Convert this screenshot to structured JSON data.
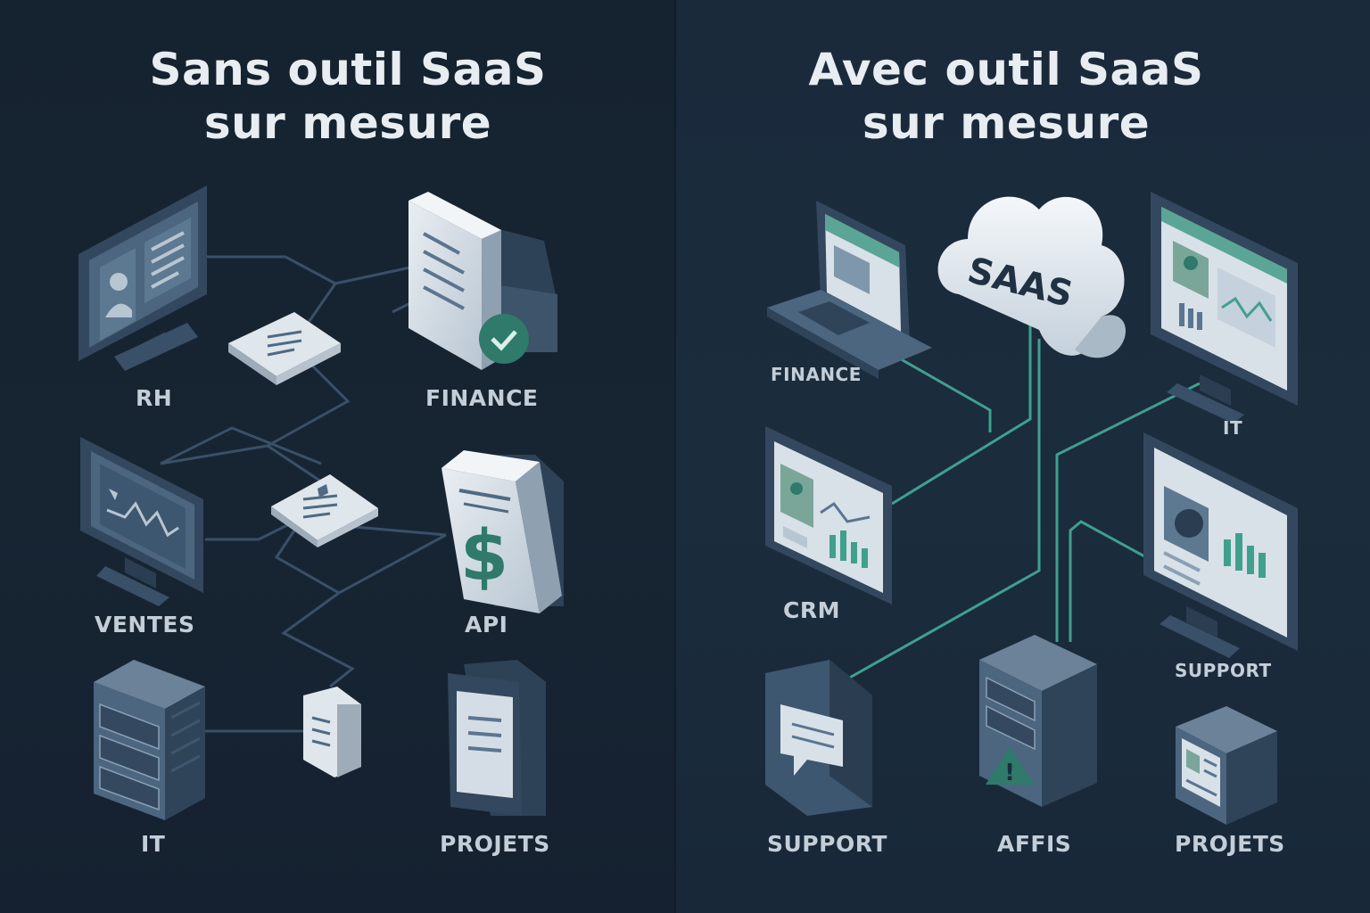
{
  "left": {
    "title_line1": "Sans outil SaaS",
    "title_line2": "sur mesure",
    "labels": {
      "rh": "RH",
      "finance": "FINANCE",
      "ventes": "VENTES",
      "api": "API",
      "it": "IT",
      "projets": "PROJETS"
    }
  },
  "right": {
    "title_line1": "Avec outil SaaS",
    "title_line2": "sur mesure",
    "cloud_text": "SAAS",
    "labels": {
      "finance": "FINANCE",
      "it": "IT",
      "crm": "CRM",
      "support_right": "SUPPORT",
      "support": "SUPPORT",
      "affis": "AFFIS",
      "projets": "PROJETS"
    }
  },
  "colors": {
    "background_left": "#15222f",
    "background_right": "#1b2c3d",
    "title_text": "#e8edf1",
    "label_text": "#c3ced8",
    "connector_dark": "#3a5068",
    "connector_teal": "#3fa08e",
    "accent_green": "#2f7a6a"
  },
  "icons": [
    "monitor-icon",
    "document-icon",
    "check-badge-icon",
    "card-icon",
    "dollar-icon",
    "server-icon",
    "laptop-icon",
    "cloud-icon",
    "chat-icon",
    "warning-icon",
    "tablet-icon"
  ]
}
